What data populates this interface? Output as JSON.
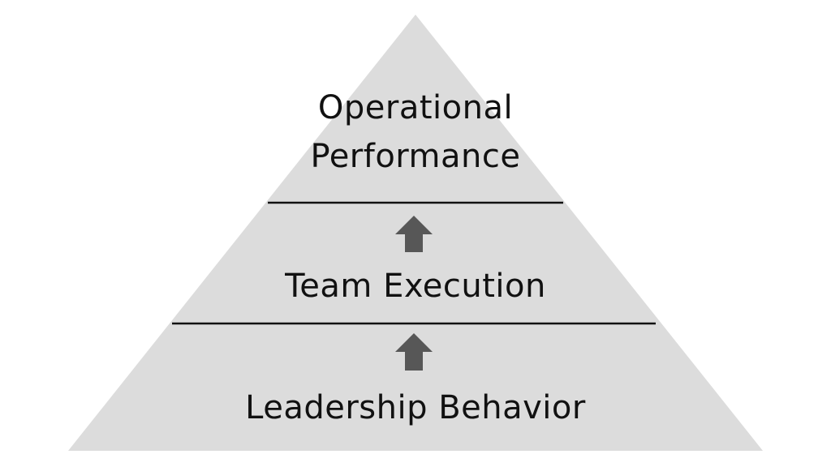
{
  "diagram": {
    "tiers": {
      "top": {
        "line1": "Operational",
        "line2": "Performance"
      },
      "middle": {
        "label": "Team Execution"
      },
      "bottom": {
        "label": "Leadership Behavior"
      }
    },
    "icons": {
      "arrow_upper": "up-arrow-icon",
      "arrow_lower": "up-arrow-icon"
    },
    "colors": {
      "pyramid_fill": "#dcdcdc",
      "divider": "#111111",
      "arrow": "#575757",
      "text": "#111111",
      "background": "#ffffff"
    }
  }
}
